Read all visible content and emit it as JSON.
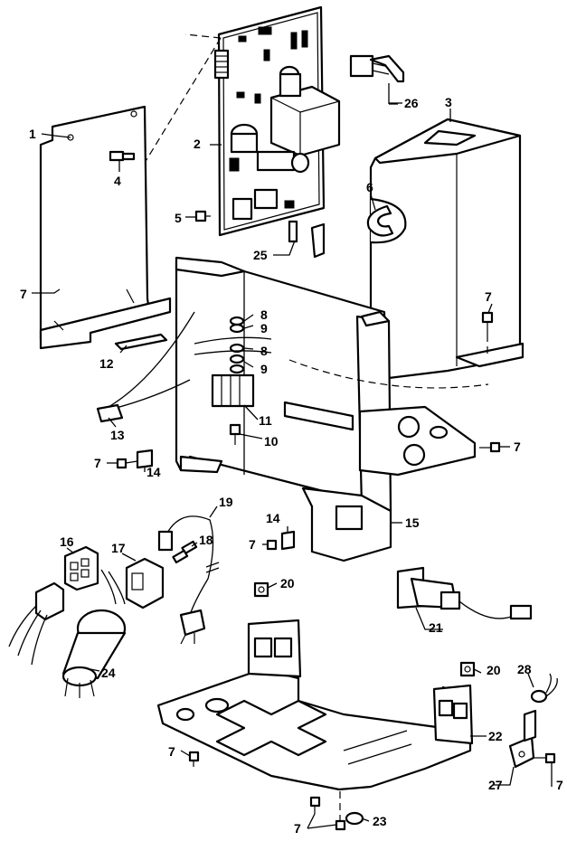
{
  "diagram": {
    "callouts": {
      "c1": "1",
      "c2": "2",
      "c3": "3",
      "c4": "4",
      "c5": "5",
      "c6": "6",
      "c7a": "7",
      "c7b": "7",
      "c7c": "7",
      "c7d": "7",
      "c7e": "7",
      "c7f": "7",
      "c7g": "7",
      "c7h": "7",
      "c8a": "8",
      "c8b": "8",
      "c9a": "9",
      "c9b": "9",
      "c10": "10",
      "c11": "11",
      "c12": "12",
      "c13": "13",
      "c14a": "14",
      "c14b": "14",
      "c15": "15",
      "c16": "16",
      "c17": "17",
      "c18": "18",
      "c19": "19",
      "c20a": "20",
      "c20b": "20",
      "c21": "21",
      "c22": "22",
      "c23": "23",
      "c24": "24",
      "c25": "25",
      "c26": "26",
      "c27": "27",
      "c28": "28"
    }
  }
}
